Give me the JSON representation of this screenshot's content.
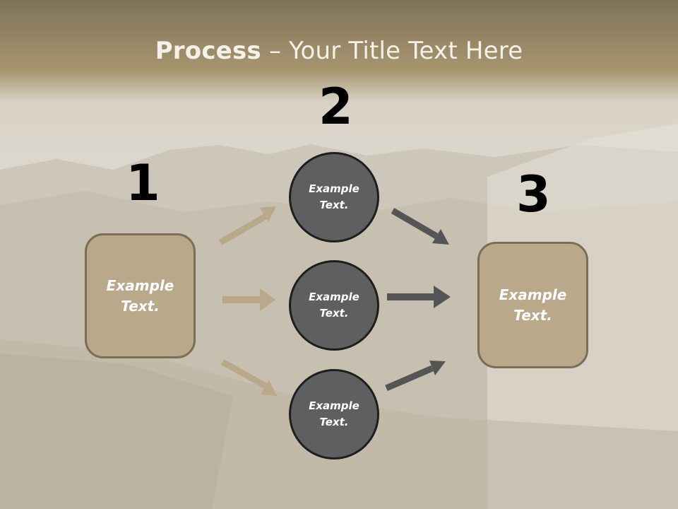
{
  "slide": {
    "title_bold": "Process",
    "title_rest": " – Your Title Text Here"
  },
  "steps": {
    "one": {
      "number": "1",
      "label": "Example Text."
    },
    "two": {
      "number": "2",
      "circles": [
        "Example Text.",
        "Example Text.",
        "Example Text."
      ]
    },
    "three": {
      "number": "3",
      "label": "Example Text."
    }
  },
  "colors": {
    "box_fill": "#b9a88a",
    "box_border": "#7a6e58",
    "circle_fill": "#5f5f5f",
    "arrow_tan": "#b9a88a",
    "arrow_dark": "#555555",
    "header_band": "#8f7f5f"
  }
}
